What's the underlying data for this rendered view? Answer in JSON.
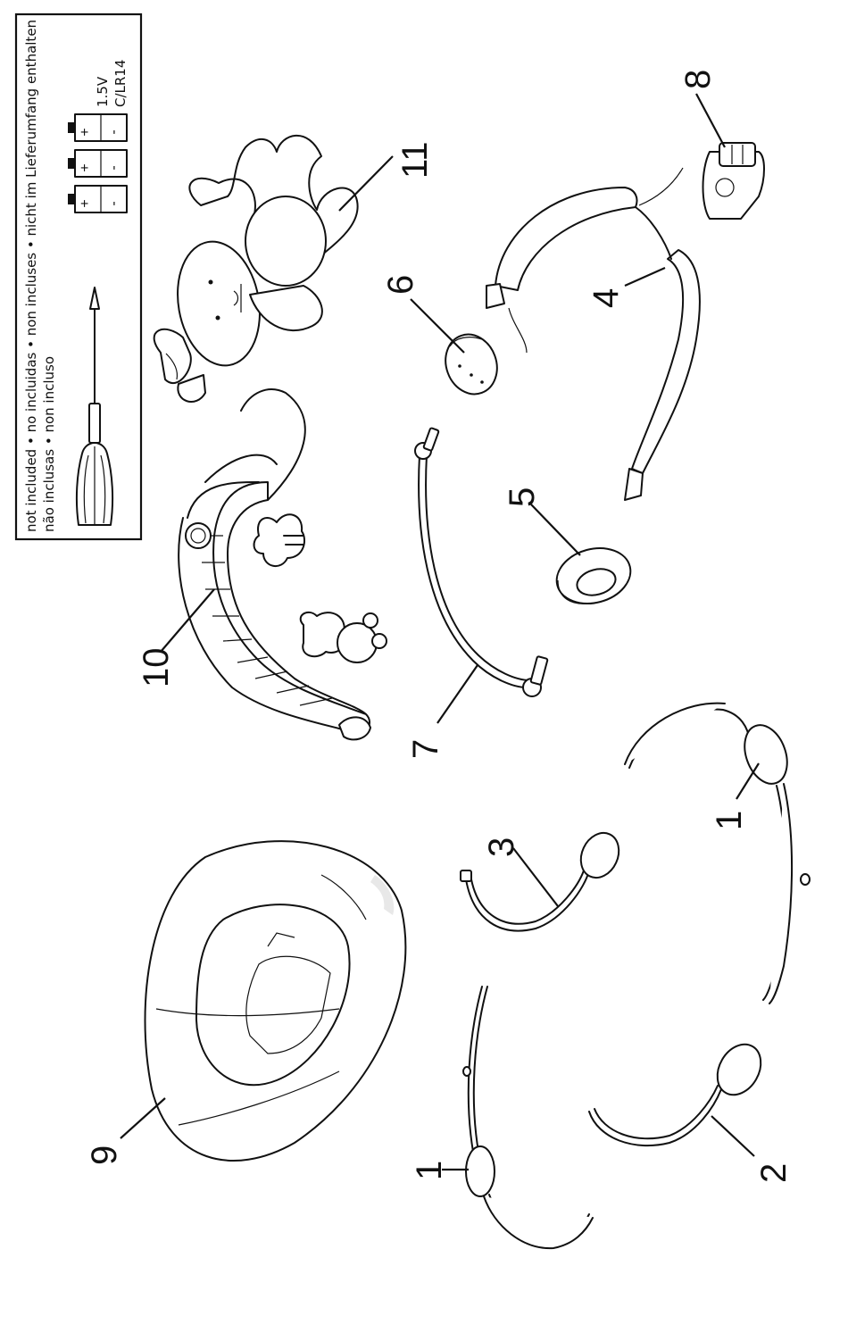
{
  "notice": {
    "line1": "not included • no incluidas • non incluses • nicht im Lieferumfang enthalten",
    "line2": "não inclusas • non incluso",
    "battery_voltage": "1.5V",
    "battery_type": "C/LR14",
    "battery_plus": "+",
    "battery_minus": "-"
  },
  "callouts": {
    "n1a": "1",
    "n1b": "1",
    "n2": "2",
    "n3": "3",
    "n4": "4",
    "n5": "5",
    "n6": "6",
    "n7": "7",
    "n8": "8",
    "n9": "9",
    "n10": "10",
    "n11": "11"
  }
}
